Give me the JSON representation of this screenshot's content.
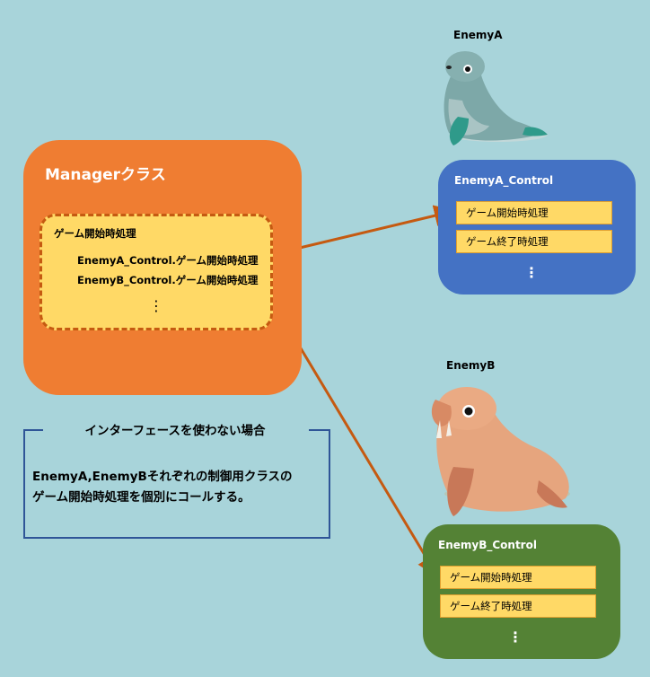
{
  "manager": {
    "title": "Managerクラス",
    "process_title": "ゲーム開始時処理",
    "call_a": "EnemyA_Control.ゲーム開始時処理",
    "call_b": "EnemyB_Control.ゲーム開始時処理",
    "ellipsis": "⋮"
  },
  "enemy_a": {
    "label": "EnemyA",
    "control_title": "EnemyA_Control",
    "methods": [
      "ゲーム開始時処理",
      "ゲーム終了時処理"
    ],
    "ellipsis": "⋮",
    "color": "#4472c4"
  },
  "enemy_b": {
    "label": "EnemyB",
    "control_title": "EnemyB_Control",
    "methods": [
      "ゲーム開始時処理",
      "ゲーム終了時処理"
    ],
    "ellipsis": "⋮",
    "color": "#548235"
  },
  "note": {
    "title": "インターフェースを使わない場合",
    "line1": "EnemyA,EnemyBそれぞれの制御用クラスの",
    "line2": "ゲーム開始時処理を個別にコールする。"
  },
  "colors": {
    "background": "#a8d4da",
    "manager": "#ef7d32",
    "process": "#ffd966",
    "arrow": "#c55a11",
    "note_border": "#2f5597"
  },
  "icons": {
    "enemy_a": "seal-icon",
    "enemy_b": "walrus-icon"
  }
}
